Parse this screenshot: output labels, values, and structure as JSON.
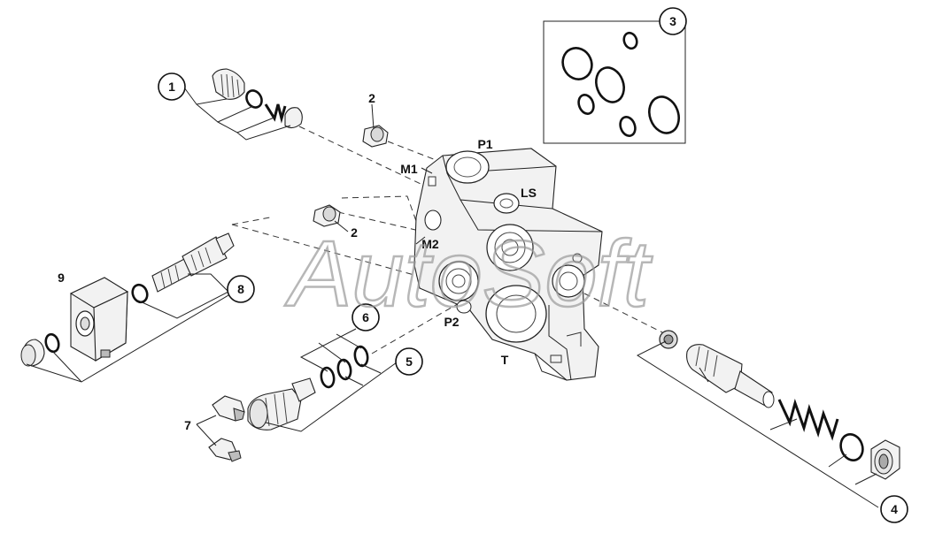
{
  "watermark": "AutoSoft",
  "callouts": [
    {
      "id": "c1",
      "label": "1"
    },
    {
      "id": "c2a",
      "label": "2"
    },
    {
      "id": "c2b",
      "label": "2"
    },
    {
      "id": "c3",
      "label": "3"
    },
    {
      "id": "c4",
      "label": "4"
    },
    {
      "id": "c5",
      "label": "5"
    },
    {
      "id": "c6",
      "label": "6"
    },
    {
      "id": "c7",
      "label": "7"
    },
    {
      "id": "c8",
      "label": "8"
    },
    {
      "id": "c9",
      "label": "9"
    }
  ],
  "ports": {
    "p1": "P1",
    "m1": "M1",
    "ls": "LS",
    "m2": "M2",
    "p2": "P2",
    "t": "T"
  }
}
